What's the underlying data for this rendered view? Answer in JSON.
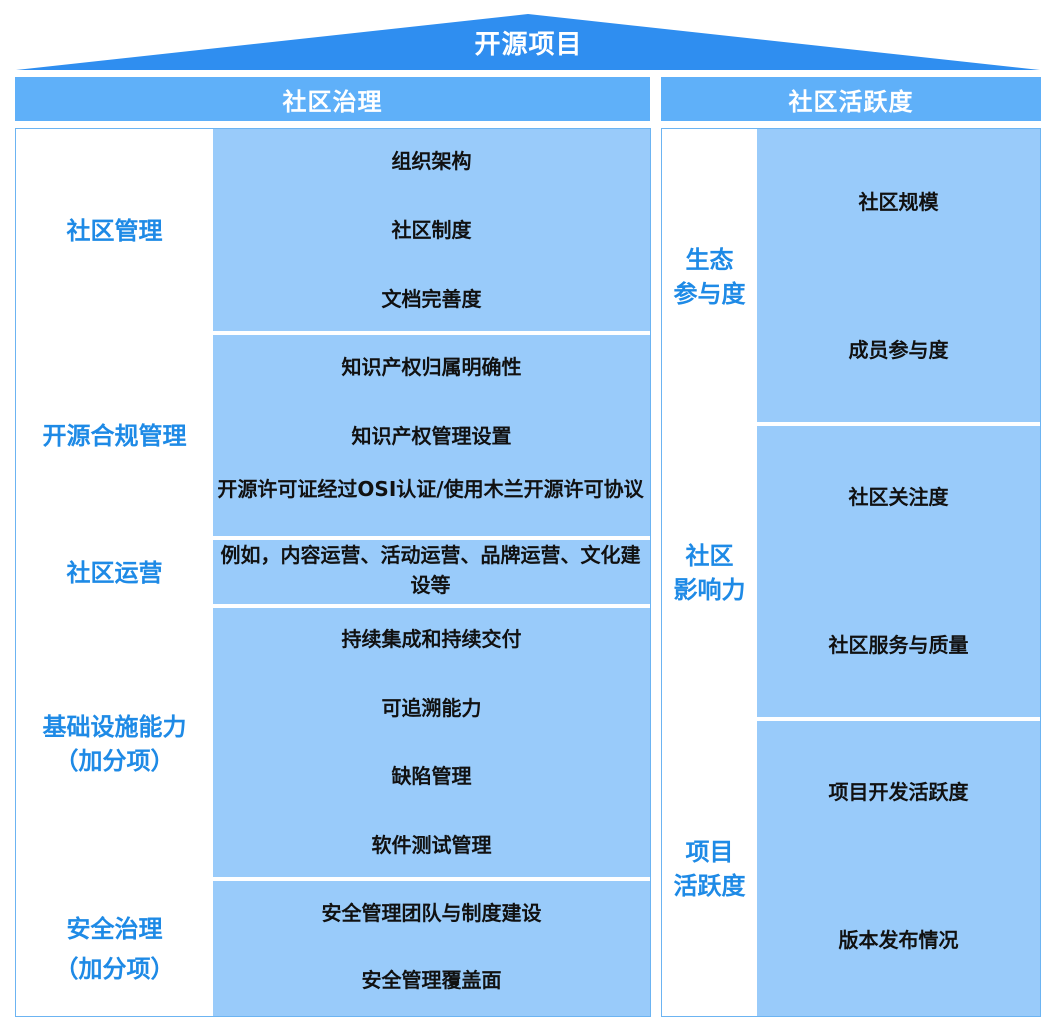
{
  "top": {
    "title": "开源项目"
  },
  "left": {
    "header": "社区治理",
    "categories": [
      {
        "label": "社区管理",
        "note": ""
      },
      {
        "label": "开源合规管理",
        "note": ""
      },
      {
        "label": "社区运营",
        "note": ""
      },
      {
        "label": "基础设施能力",
        "note": "（加分项）"
      },
      {
        "label": "安全治理",
        "note": "（加分项）"
      }
    ],
    "items": [
      "组织架构",
      "社区制度",
      "文档完善度",
      "知识产权归属明确性",
      "知识产权管理设置",
      "开源许可证经过OSI认证/使用木兰开源许可协议",
      "例如，内容运营、活动运营、品牌运营、文化建设等",
      "持续集成和持续交付",
      "可追溯能力",
      "缺陷管理",
      "软件测试管理",
      "安全管理团队与制度建设",
      "安全管理覆盖面"
    ]
  },
  "right": {
    "header": "社区活跃度",
    "categories": [
      {
        "line1": "生态",
        "line2": "参与度"
      },
      {
        "line1": "社区",
        "line2": "影响力"
      },
      {
        "line1": "项目",
        "line2": "活跃度"
      }
    ],
    "items": [
      "社区规模",
      "成员参与度",
      "社区关注度",
      "社区服务与质量",
      "项目开发活跃度",
      "版本发布情况"
    ]
  },
  "colors": {
    "roof": "#2f8ef0",
    "header": "#5fb0f9",
    "panel": "#99cbfa",
    "category_text": "#1e8ae6",
    "item_text": "#111111"
  }
}
